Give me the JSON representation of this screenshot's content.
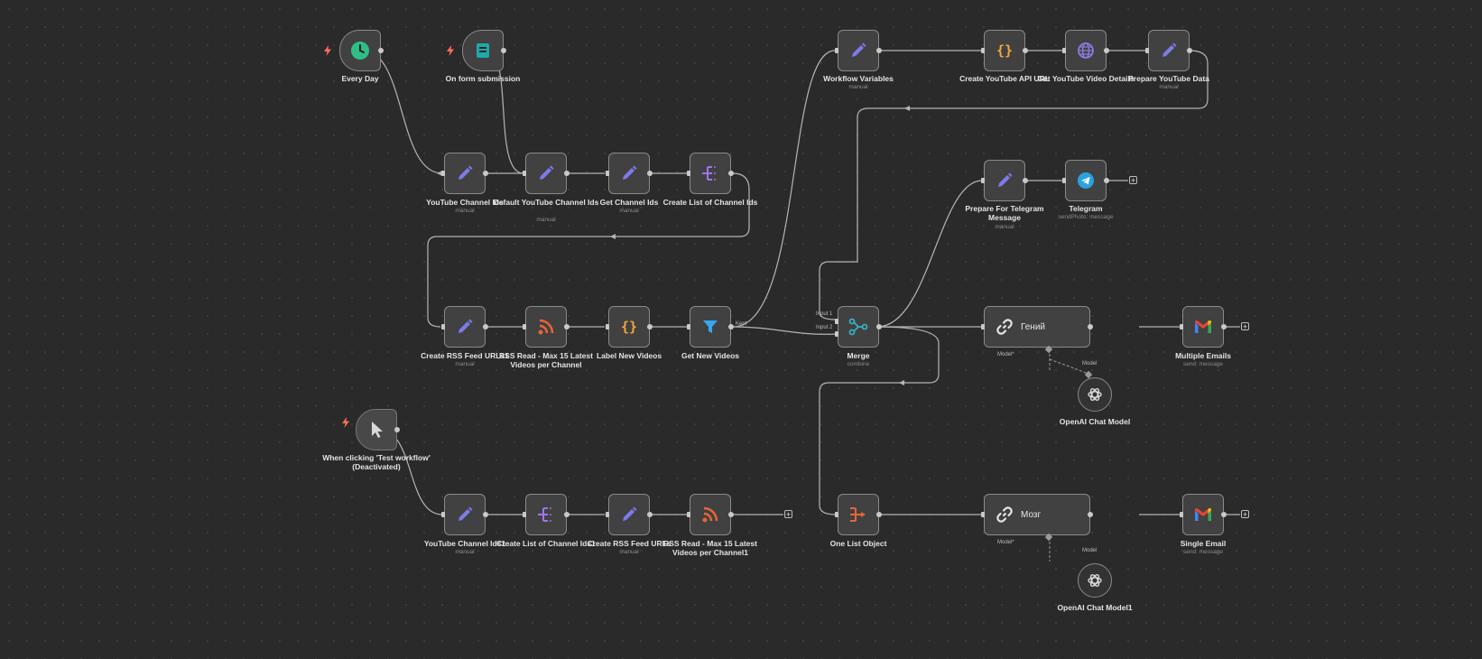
{
  "colors": {
    "canvas": "#2a2a2a",
    "node": "#414141",
    "pencil": "#7b7bea",
    "rss": "#e8643a",
    "code": "#f3a83a",
    "split": "#a374e8",
    "filter": "#35a7ef",
    "merge": "#36b1c5",
    "telegram": "#2aa2dd",
    "trigger_bolt": "#ff6d5a"
  },
  "nodes": {
    "every_day": {
      "label": "Every Day",
      "icon": "clock-icon"
    },
    "form_submission": {
      "label": "On form submission",
      "icon": "form-icon"
    },
    "manual_trigger": {
      "label": "When clicking 'Test workflow' (Deactivated)",
      "icon": "cursor-icon"
    },
    "youtube_channel_ids": {
      "label": "YouTube Channel Ids",
      "sub": "manual"
    },
    "default_youtube_channel_ids": {
      "label": "Default YouTube Channel Ids",
      "sub": "manual"
    },
    "get_channel_ids": {
      "label": "Get Channel Ids",
      "sub": "manual"
    },
    "create_list_channel_ids": {
      "label": "Create List of Channel Ids"
    },
    "create_rss_feed_urls1": {
      "label": "Create RSS Feed URLs1",
      "sub": "manual"
    },
    "rss_read_max15": {
      "label": "RSS Read - Max 15 Latest Videos per Channel"
    },
    "label_new_videos": {
      "label": "Label New Videos"
    },
    "get_new_videos": {
      "label": "Get New Videos",
      "kept": "Kept"
    },
    "workflow_variables": {
      "label": "Workflow Variables",
      "sub": "manual"
    },
    "create_youtube_api_url": {
      "label": "Create YouTube API URL"
    },
    "get_youtube_video_details": {
      "label": "Get YouTube Video Details"
    },
    "prepare_youtube_data": {
      "label": "Prepare YouTube Data",
      "sub": "manual"
    },
    "prepare_telegram_message": {
      "label": "Prepare For Telegram Message",
      "sub": "manual"
    },
    "telegram": {
      "label": "Telegram",
      "sub": "sendPhoto: message"
    },
    "merge": {
      "label": "Merge",
      "sub": "combine",
      "input1": "Input 1",
      "input2": "Input 2"
    },
    "genius": {
      "label": "Гений",
      "model_port": "Model*"
    },
    "multiple_emails": {
      "label": "Multiple Emails",
      "sub": "send: message"
    },
    "openai_chat_model": {
      "label": "OpenAI Chat Model",
      "port": "Model"
    },
    "one_list_object": {
      "label": "One List Object"
    },
    "brain": {
      "label": "Мозг",
      "model_port": "Model*"
    },
    "single_email": {
      "label": "Single Email",
      "sub": "send: message"
    },
    "openai_chat_model1": {
      "label": "OpenAI Chat Model1",
      "port": "Model"
    },
    "youtube_channel_ids1": {
      "label": "YouTube Channel Ids1",
      "sub": "manual"
    },
    "create_list_channel_ids1": {
      "label": "Create List of Channel Ids1"
    },
    "create_rss_feed_urls": {
      "label": "Create RSS Feed URLs",
      "sub": "manual"
    },
    "rss_read_max15_1": {
      "label": "RSS Read - Max 15 Latest Videos per Channel1"
    }
  },
  "add_button_glyph": "+"
}
